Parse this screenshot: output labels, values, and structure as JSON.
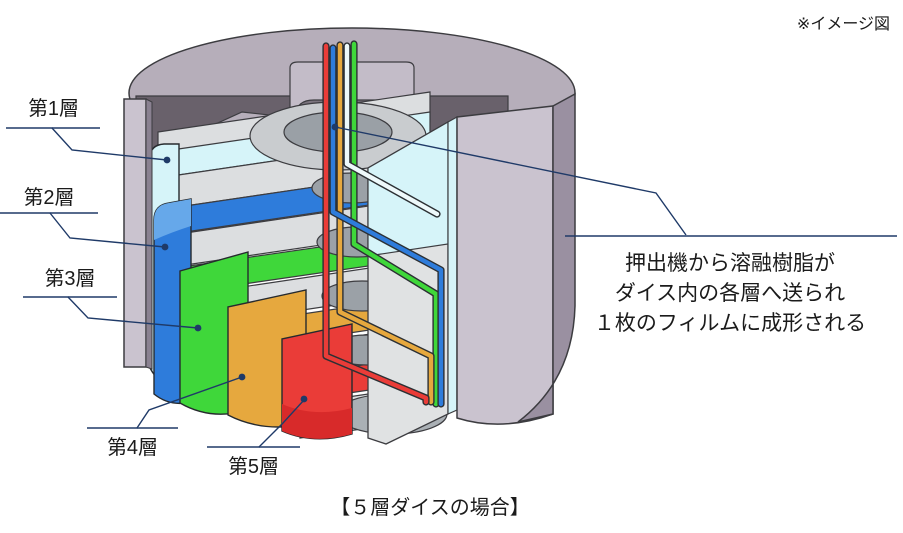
{
  "note": "※イメージ図",
  "labels": {
    "layer1": "第1層",
    "layer2": "第2層",
    "layer3": "第3層",
    "layer4": "第4層",
    "layer5": "第5層"
  },
  "annotation": {
    "line1": "押出機から溶融樹脂が",
    "line2": "ダイス内の各層へ送られ",
    "line3": "１枚のフィルムに成形される"
  },
  "caption": "【５層ダイスの場合】",
  "colors": {
    "layer1": "#d6f4f9",
    "layer2": "#2e7cdb",
    "layer3": "#3fd73a",
    "layer4": "#e6a83e",
    "layer5": "#ea3c38",
    "tube_white": "#eef9fb",
    "leader": "#1f3a68"
  }
}
